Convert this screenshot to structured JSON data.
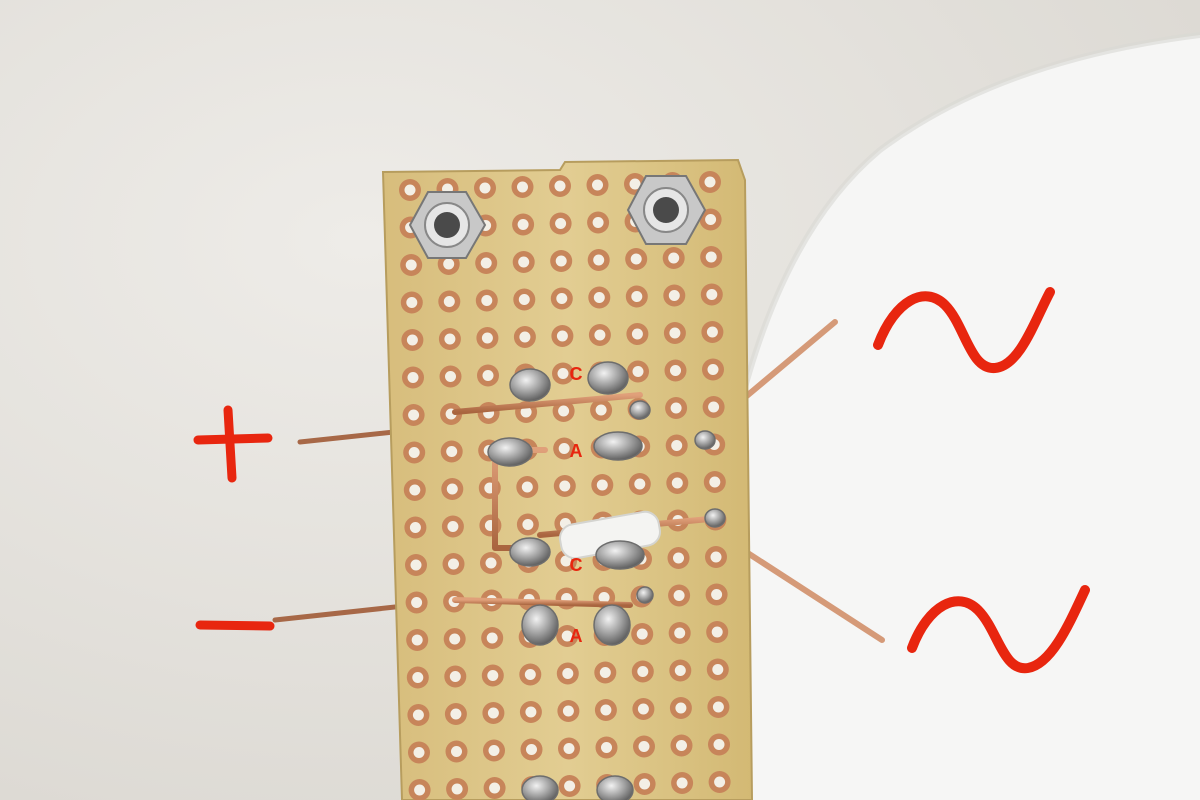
{
  "photo": {
    "subject": "perfboard-bridge-rectifier",
    "colors": {
      "background": "#e9e7e3",
      "plate": "#f6f6f5",
      "board": "#dcc68a",
      "pad": "#c7855a",
      "wire": "#c98660",
      "solder": "#b8b8b8",
      "annotation": "#e8260f"
    }
  },
  "annotations": {
    "plus": "+",
    "minus": "−",
    "ac_top": "~",
    "ac_bottom": "~"
  },
  "diode_labels": {
    "d1": "C",
    "d2": "A",
    "d3": "C",
    "d4": "A"
  }
}
